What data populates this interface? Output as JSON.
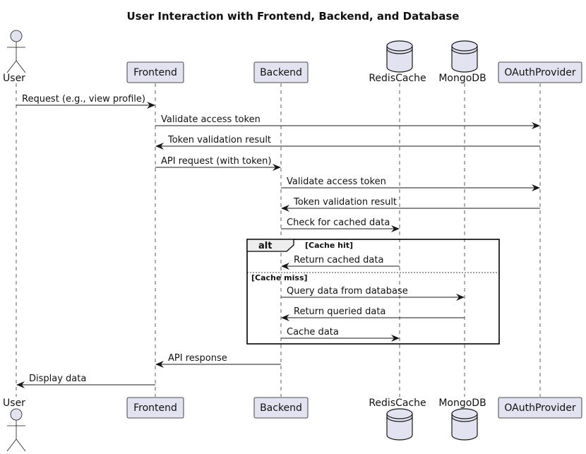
{
  "title": "User Interaction with Frontend, Backend, and Database",
  "colors": {
    "participant_fill": "#E2E2F0",
    "participant_border": "#181818",
    "lifeline": "#181818",
    "arrow": "#181818"
  },
  "participants": [
    {
      "id": "user",
      "name": "User",
      "kind": "actor"
    },
    {
      "id": "frontend",
      "name": "Frontend",
      "kind": "box"
    },
    {
      "id": "backend",
      "name": "Backend",
      "kind": "box"
    },
    {
      "id": "rediscache",
      "name": "RedisCache",
      "kind": "database"
    },
    {
      "id": "mongodb",
      "name": "MongoDB",
      "kind": "database"
    },
    {
      "id": "oauthprovider",
      "name": "OAuthProvider",
      "kind": "box"
    }
  ],
  "messages": [
    {
      "from": "user",
      "to": "frontend",
      "label": "Request (e.g., view profile)"
    },
    {
      "from": "frontend",
      "to": "oauthprovider",
      "label": "Validate access token"
    },
    {
      "from": "oauthprovider",
      "to": "frontend",
      "label": "Token validation result"
    },
    {
      "from": "frontend",
      "to": "backend",
      "label": "API request (with token)"
    },
    {
      "from": "backend",
      "to": "oauthprovider",
      "label": "Validate access token"
    },
    {
      "from": "oauthprovider",
      "to": "backend",
      "label": "Token validation result"
    },
    {
      "from": "backend",
      "to": "rediscache",
      "label": "Check for cached data"
    },
    {
      "from": "rediscache",
      "to": "backend",
      "label": "Return cached data"
    },
    {
      "from": "backend",
      "to": "mongodb",
      "label": "Query data from database"
    },
    {
      "from": "mongodb",
      "to": "backend",
      "label": "Return queried data"
    },
    {
      "from": "backend",
      "to": "rediscache",
      "label": "Cache data"
    },
    {
      "from": "backend",
      "to": "frontend",
      "label": "API response"
    },
    {
      "from": "frontend",
      "to": "user",
      "label": "Display data"
    }
  ],
  "alt_frame": {
    "keyword": "alt",
    "cases": [
      {
        "condition": "[Cache hit]"
      },
      {
        "condition": "[Cache miss]"
      }
    ]
  }
}
